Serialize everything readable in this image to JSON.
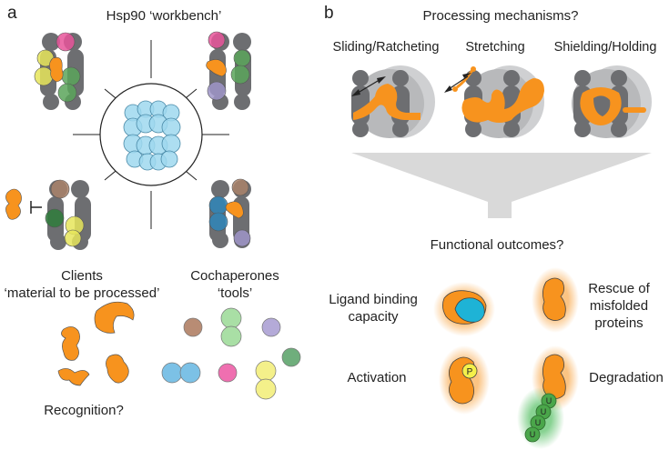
{
  "panel_a": {
    "letter": "a",
    "title": "Hsp90 ‘workbench’",
    "clients_title": "Clients",
    "clients_subtitle": "‘material to be processed’",
    "cochaperones_title": "Cochaperones",
    "cochaperones_subtitle": "‘tools’",
    "recognition": "Recognition?"
  },
  "panel_b": {
    "letter": "b",
    "title": "Processing mechanisms?",
    "mechanisms": [
      "Sliding/Ratcheting",
      "Stretching",
      "Shielding/Holding"
    ],
    "outcomes_title": "Functional outcomes?",
    "outcome_ligand_line1": "Ligand binding",
    "outcome_ligand_line2": "capacity",
    "outcome_rescue_line1": "Rescue of",
    "outcome_rescue_line2": "misfolded",
    "outcome_rescue_line3": "proteins",
    "outcome_activation": "Activation",
    "outcome_degradation": "Degradation",
    "phospho_label": "P",
    "ubiquitin_label": "U"
  },
  "colors": {
    "client_orange": "#f7931e",
    "hsp90_grey": "#6d6e71",
    "hsp90_blue": "#9fd8ef",
    "funnel_grey": "#d9d9d9",
    "cochaperone_pink": "#e7559a",
    "cochaperone_green": "#5aa55a",
    "cochaperone_yellow": "#e6e55a",
    "cochaperone_purple": "#9f95c8",
    "cochaperone_brown": "#a9836a",
    "cochaperone_blue": "#7cc1e6",
    "ligand_cyan": "#1eb3d6",
    "ubiquitin_green": "#4aa64a"
  }
}
